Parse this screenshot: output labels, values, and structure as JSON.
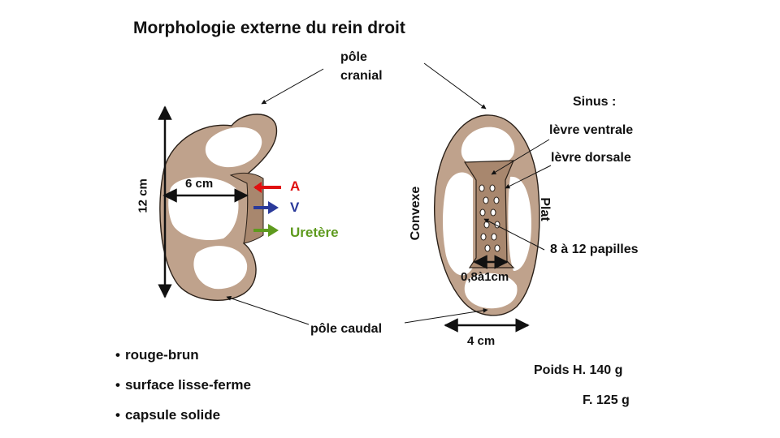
{
  "title": "Morphologie externe du rein droit",
  "poles": {
    "cranial_line1": "pôle",
    "cranial_line2": "cranial",
    "caudal": "pôle caudal"
  },
  "left_kidney": {
    "length": "12 cm",
    "width": "6 cm",
    "vessels": [
      {
        "label": "A",
        "color": "#e01010"
      },
      {
        "label": "V",
        "color": "#2a3a9a"
      },
      {
        "label": "Uretère",
        "color": "#5e9a1e"
      }
    ]
  },
  "right_kidney": {
    "sinus_title": "Sinus :",
    "levre_ventrale": "lèvre ventrale",
    "levre_dorsale": "lèvre dorsale",
    "papilles": "8 à 12 papilles",
    "sinus_width": "0,8à1cm",
    "convexe": "Convexe",
    "plat": "Plat",
    "thickness": "4 cm"
  },
  "properties": [
    "rouge-brun",
    "surface lisse-ferme",
    "capsule solide"
  ],
  "weight": {
    "line1": "Poids H. 140 g",
    "line2": "F. 125 g"
  },
  "colors": {
    "capsule": "#bfa28c",
    "parenchyma": "#ffffff",
    "outline": "#2a2018",
    "hilum": "#a8876e"
  }
}
